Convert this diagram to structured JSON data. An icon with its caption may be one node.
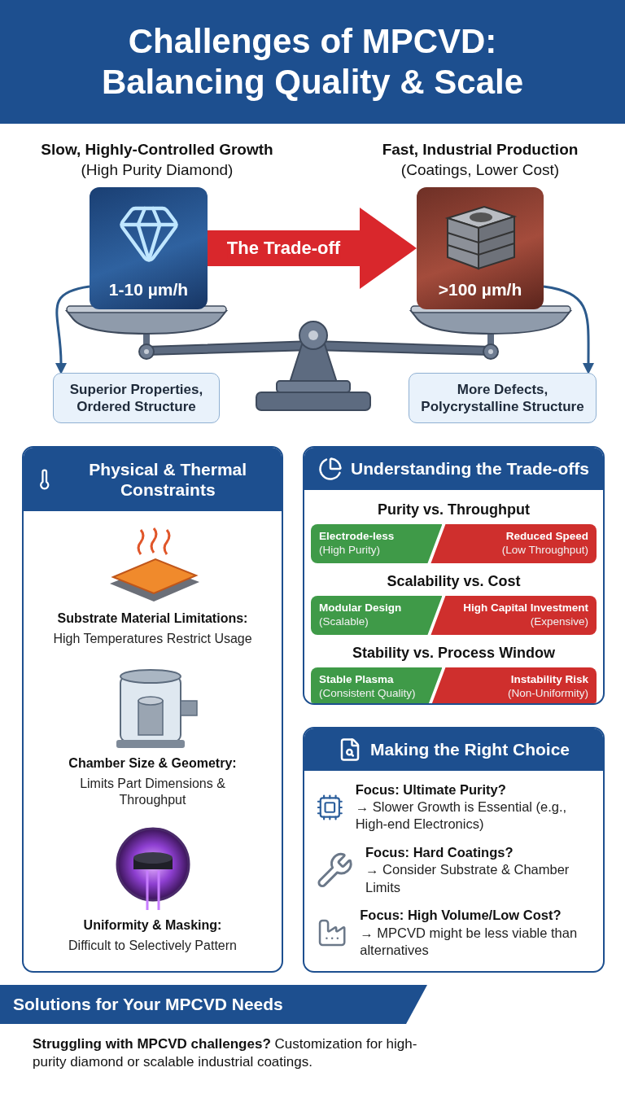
{
  "diagram": {
    "title": "Challenges of MPCVD: Balancing Quality & Scale",
    "nodes": [
      {
        "text": [
          "1-10 µm/h"
        ]
      },
      {
        "text": [
          ">100 µm/h"
        ]
      },
      {
        "text": [
          "Superior Properties, Ordered Structure"
        ]
      },
      {
        "text": [
          "More Defects, Polycrystalline Structure"
        ]
      },
      {
        "text": [
          "Physical & Thermal Constraints",
          "Substrate Material Limitations:",
          "High Temperatures Restrict Usage",
          "Chamber Size & Geometry:",
          "Limits Part Dimensions & Throughput",
          "Uniformity & Masking:",
          "Difficult to Selectively Pattern"
        ]
      },
      {
        "text": [
          "Understanding the Trade-offs",
          "Purity vs. Throughput",
          "Scalability vs. Cost",
          "Stability vs. Process Window"
        ]
      },
      {
        "text": [
          "Electrode-less",
          "(High Purity)"
        ],
        "in": 5
      },
      {
        "text": [
          "Reduced Speed",
          "(Low Throughput)"
        ],
        "in": 5
      },
      {
        "text": [
          "Modular Design",
          "(Scalable)"
        ],
        "in": 5
      },
      {
        "text": [
          "High Capital Investment",
          "(Expensive)"
        ],
        "in": 5
      },
      {
        "text": [
          "Stable Plasma",
          "(Consistent Quality)"
        ],
        "in": 5
      },
      {
        "text": [
          "Instability Risk",
          "(Non-Uniformity)"
        ],
        "in": 5
      },
      {
        "text": [
          "Making the Right Choice",
          "Focus: Ultimate Purity?",
          "→ Slower Growth is Essential (e.g., High-end Electronics)",
          "Focus: Hard Coatings?",
          "→ Consider Substrate & Chamber Limits",
          "Focus: High Volume/Low Cost?",
          "→ MPCVD might be less viable than alternatives"
        ]
      },
      {
        "text": [
          "Solutions for Your MPCVD Needs"
        ]
      }
    ],
    "edges": [
      {
        "from": 0,
        "to": 1,
        "arrow": "to",
        "label": "The Trade-off",
        "style": "thick",
        "color": "#d9272c"
      },
      {
        "from": 0,
        "to": 2,
        "arrow": "to"
      },
      {
        "from": 1,
        "to": 3,
        "arrow": "to"
      }
    ],
    "labels": [
      "Slow, Highly-Controlled Growth",
      "(High Purity Diamond)",
      "Fast, Industrial Production",
      "(Coatings, Lower Cost)",
      "**Struggling with MPCVD challenges?** Customization for high-purity diamond or scalable industrial coatings."
    ]
  }
}
